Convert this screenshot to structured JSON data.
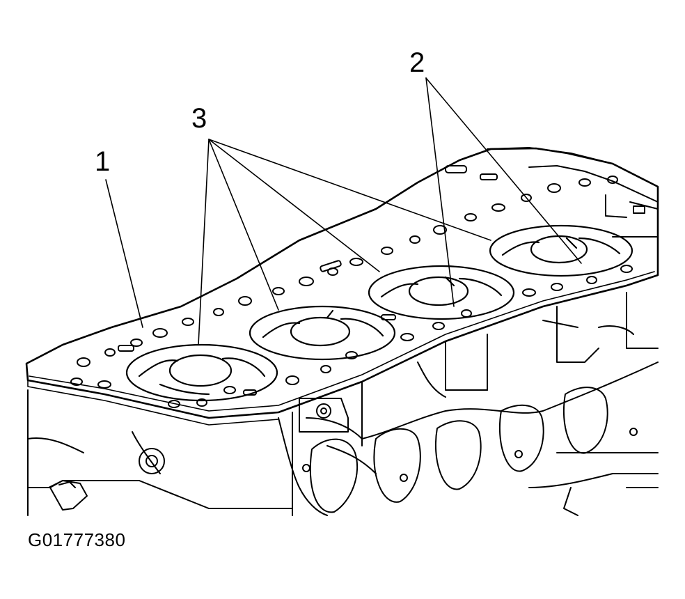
{
  "callouts": {
    "one": "1",
    "two": "2",
    "three": "3"
  },
  "figure_id": "G01777380",
  "colors": {
    "line": "#000000",
    "background": "#ffffff"
  }
}
